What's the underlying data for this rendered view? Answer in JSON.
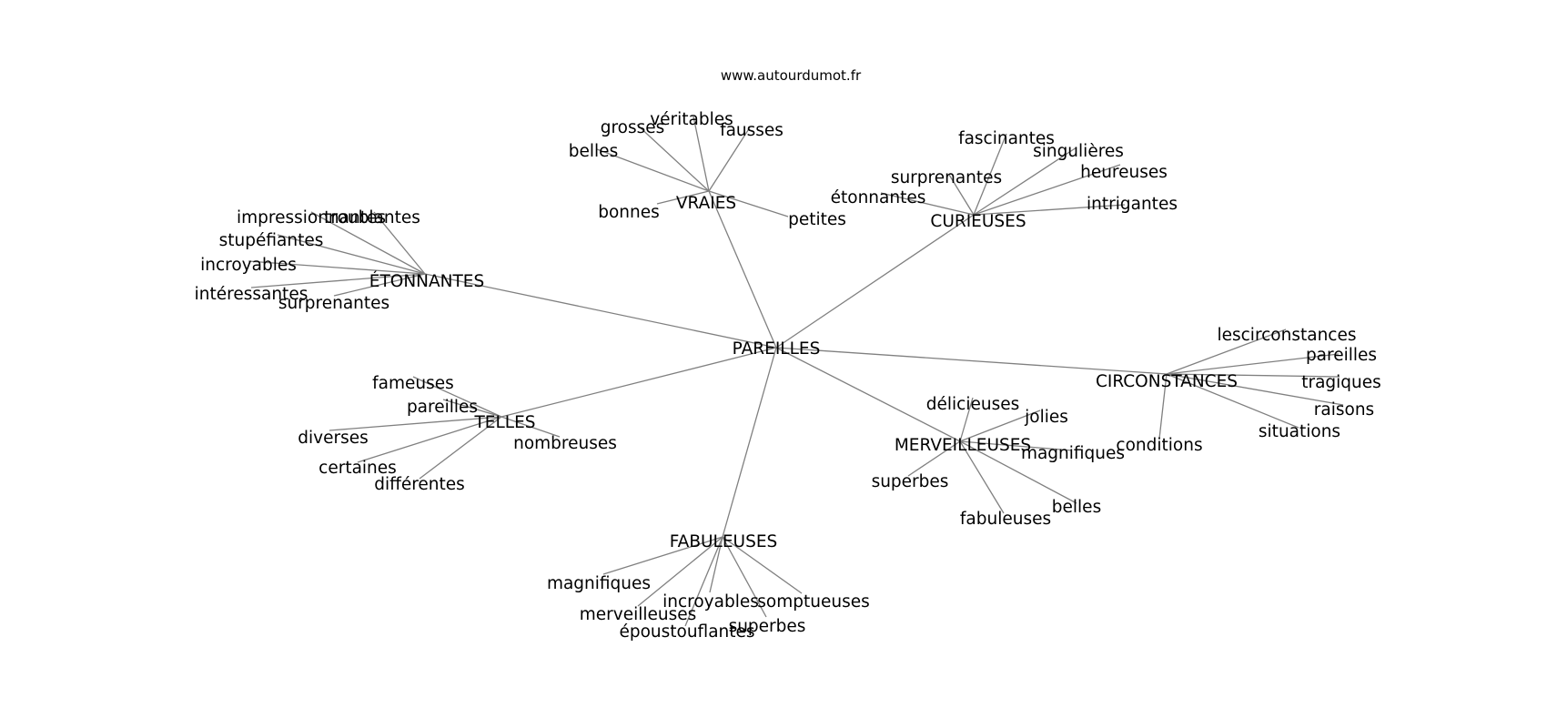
{
  "header": {
    "site": "www.autourdumot.fr"
  },
  "colors": {
    "edge": "#808080",
    "text": "#000000",
    "background": "#ffffff"
  },
  "graph": {
    "center": "PAREILLES",
    "hubs": [
      {
        "label": "VRAIES",
        "leaves": [
          "véritables",
          "grosses",
          "fausses",
          "belles",
          "bonnes",
          "petites"
        ]
      },
      {
        "label": "CURIEUSES",
        "leaves": [
          "fascinantes",
          "singulières",
          "surprenantes",
          "heureuses",
          "étonnantes",
          "intrigantes"
        ]
      },
      {
        "label": "ÉTONNANTES",
        "leaves": [
          "impressionnantes",
          "troublantes",
          "stupéfiantes",
          "incroyables",
          "intéressantes",
          "surprenantes"
        ]
      },
      {
        "label": "CIRCONSTANCES",
        "leaves": [
          "lescirconstances",
          "pareilles",
          "tragiques",
          "raisons",
          "situations",
          "conditions"
        ]
      },
      {
        "label": "TELLES",
        "leaves": [
          "fameuses",
          "pareilles",
          "diverses",
          "nombreuses",
          "certaines",
          "différentes"
        ]
      },
      {
        "label": "MERVEILLEUSES",
        "leaves": [
          "délicieuses",
          "jolies",
          "magnifiques",
          "superbes",
          "fabuleuses",
          "belles"
        ]
      },
      {
        "label": "FABULEUSES",
        "leaves": [
          "magnifiques",
          "incroyables",
          "somptueuses",
          "merveilleuses",
          "époustouflantes",
          "superbes"
        ]
      }
    ]
  }
}
